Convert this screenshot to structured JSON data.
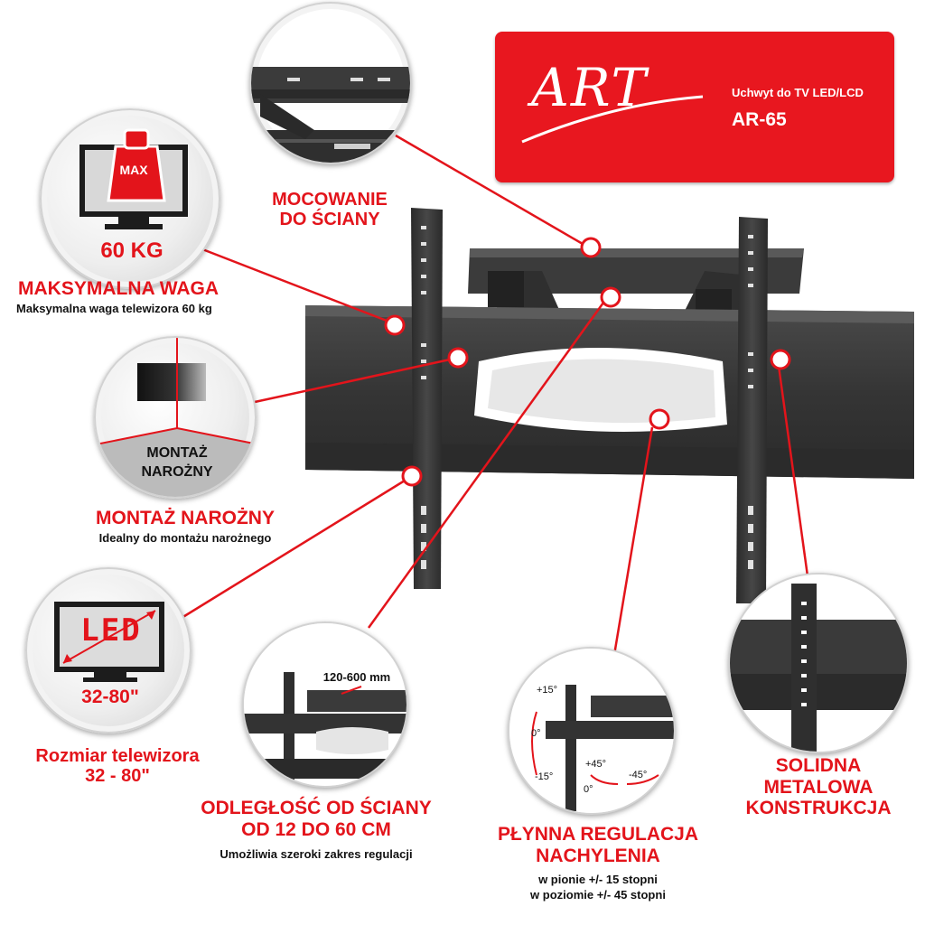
{
  "logo": {
    "brand": "ART",
    "product": "Uchwyt do TV LED/LCD",
    "model": "AR-65"
  },
  "features": {
    "weight": {
      "badge": "MAX",
      "value": "60 KG",
      "title": "MAKSYMALNA WAGA",
      "subtitle": "Maksymalna waga telewizora 60 kg"
    },
    "wall_mount": {
      "title_line1": "MOCOWANIE",
      "title_line2": "DO ŚCIANY"
    },
    "corner": {
      "circle_line1": "MONTAŻ",
      "circle_line2": "NAROŻNY",
      "title": "MONTAŻ NAROŻNY",
      "subtitle": "Idealny do montażu narożnego"
    },
    "size": {
      "screen_text": "LED",
      "value": "32-80\"",
      "title_line1": "Rozmiar telewizora",
      "title_line2": "32 - 80\""
    },
    "distance": {
      "measure": "120-600 mm",
      "title_line1": "ODLEGŁOŚĆ OD ŚCIANY",
      "title_line2": "OD 12 DO 60 CM",
      "subtitle": "Umożliwia szeroki zakres regulacji"
    },
    "tilt": {
      "angle_up": "+15°",
      "angle_zero": "0°",
      "angle_down": "-15°",
      "angle_left": "+45°",
      "angle_right": "-45°",
      "angle_zero2": "0°",
      "title_line1": "PŁYNNA REGULACJA",
      "title_line2": "NACHYLENIA",
      "sub_line1": "w pionie +/- 15 stopni",
      "sub_line2": "w poziomie +/- 45 stopni"
    },
    "construction": {
      "title_line1": "SOLIDNA",
      "title_line2": "METALOWA",
      "title_line3": "KONSTRUKCJA"
    }
  },
  "colors": {
    "accent_red": "#e3141b",
    "logo_red": "#e8171f",
    "metal": "#3a3a3a"
  }
}
